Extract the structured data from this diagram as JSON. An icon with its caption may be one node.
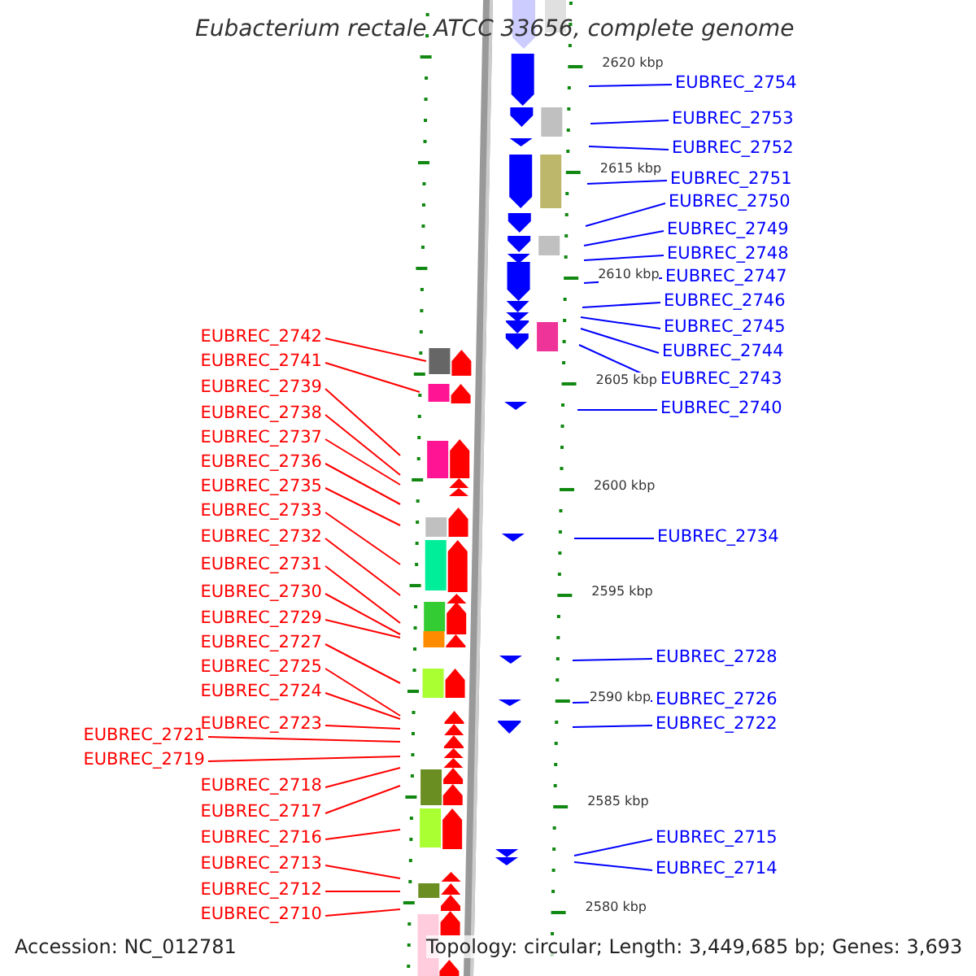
{
  "diagram": {
    "title": "Eubacterium rectale ATCC 33656, complete genome",
    "nodes": [
      {
        "text": [
          "EUBREC_2742"
        ]
      },
      {
        "text": [
          "EUBREC_2741"
        ]
      },
      {
        "text": [
          "EUBREC_2739"
        ]
      },
      {
        "text": [
          "EUBREC_2738"
        ]
      },
      {
        "text": [
          "EUBREC_2737"
        ]
      },
      {
        "text": [
          "EUBREC_2736"
        ]
      },
      {
        "text": [
          "EUBREC_2735"
        ]
      },
      {
        "text": [
          "EUBREC_2733"
        ]
      },
      {
        "text": [
          "EUBREC_2732"
        ]
      },
      {
        "text": [
          "EUBREC_2731"
        ]
      },
      {
        "text": [
          "EUBREC_2730"
        ]
      },
      {
        "text": [
          "EUBREC_2729"
        ]
      },
      {
        "text": [
          "EUBREC_2727"
        ]
      },
      {
        "text": [
          "EUBREC_2725"
        ]
      },
      {
        "text": [
          "EUBREC_2724"
        ]
      },
      {
        "text": [
          "EUBREC_2723"
        ]
      },
      {
        "text": [
          "EUBREC_2721"
        ]
      },
      {
        "text": [
          "EUBREC_2719"
        ]
      },
      {
        "text": [
          "EUBREC_2718"
        ]
      },
      {
        "text": [
          "EUBREC_2717"
        ]
      },
      {
        "text": [
          "EUBREC_2716"
        ]
      },
      {
        "text": [
          "EUBREC_2713"
        ]
      },
      {
        "text": [
          "EUBREC_2712"
        ]
      },
      {
        "text": [
          "EUBREC_2710"
        ]
      },
      {
        "text": [
          "EUBREC_2754"
        ]
      },
      {
        "text": [
          "EUBREC_2753"
        ]
      },
      {
        "text": [
          "EUBREC_2752"
        ]
      },
      {
        "text": [
          "EUBREC_2751"
        ]
      },
      {
        "text": [
          "EUBREC_2750"
        ]
      },
      {
        "text": [
          "EUBREC_2749"
        ]
      },
      {
        "text": [
          "EUBREC_2748"
        ]
      },
      {
        "text": [
          "EUBREC_2747"
        ]
      },
      {
        "text": [
          "EUBREC_2746"
        ]
      },
      {
        "text": [
          "EUBREC_2745"
        ]
      },
      {
        "text": [
          "EUBREC_2744"
        ]
      },
      {
        "text": [
          "EUBREC_2743"
        ]
      },
      {
        "text": [
          "EUBREC_2740"
        ]
      },
      {
        "text": [
          "EUBREC_2734"
        ]
      },
      {
        "text": [
          "EUBREC_2728"
        ]
      },
      {
        "text": [
          "EUBREC_2726"
        ]
      },
      {
        "text": [
          "EUBREC_2722"
        ]
      },
      {
        "text": [
          "EUBREC_2715"
        ]
      },
      {
        "text": [
          "EUBREC_2714"
        ]
      }
    ],
    "edges": [
      {
        "from": 0,
        "to": null,
        "arrow": "none"
      },
      {
        "from": 1,
        "to": null,
        "arrow": "none"
      },
      {
        "from": 2,
        "to": null,
        "arrow": "none"
      },
      {
        "from": 3,
        "to": null,
        "arrow": "none"
      },
      {
        "from": 4,
        "to": null,
        "arrow": "none"
      },
      {
        "from": 5,
        "to": null,
        "arrow": "none"
      },
      {
        "from": 6,
        "to": null,
        "arrow": "none"
      },
      {
        "from": 7,
        "to": null,
        "arrow": "none"
      },
      {
        "from": 8,
        "to": null,
        "arrow": "none"
      },
      {
        "from": 9,
        "to": null,
        "arrow": "none"
      },
      {
        "from": 10,
        "to": null,
        "arrow": "none"
      },
      {
        "from": 11,
        "to": null,
        "arrow": "none"
      },
      {
        "from": 12,
        "to": null,
        "arrow": "none"
      },
      {
        "from": 13,
        "to": null,
        "arrow": "none"
      },
      {
        "from": 14,
        "to": null,
        "arrow": "none"
      },
      {
        "from": 15,
        "to": null,
        "arrow": "none"
      },
      {
        "from": 16,
        "to": null,
        "arrow": "none"
      },
      {
        "from": 17,
        "to": null,
        "arrow": "none"
      },
      {
        "from": 18,
        "to": null,
        "arrow": "none"
      },
      {
        "from": 19,
        "to": null,
        "arrow": "none"
      },
      {
        "from": 20,
        "to": null,
        "arrow": "none"
      },
      {
        "from": 21,
        "to": null,
        "arrow": "none"
      },
      {
        "from": 22,
        "to": null,
        "arrow": "none"
      },
      {
        "from": 23,
        "to": null,
        "arrow": "none"
      },
      {
        "from": 24,
        "to": null,
        "arrow": "none",
        "color": "#0000ff"
      },
      {
        "from": 25,
        "to": null,
        "arrow": "none",
        "color": "#0000ff"
      },
      {
        "from": 26,
        "to": null,
        "arrow": "none",
        "color": "#0000ff"
      },
      {
        "from": 27,
        "to": null,
        "arrow": "none",
        "color": "#0000ff"
      },
      {
        "from": 28,
        "to": null,
        "arrow": "none",
        "color": "#0000ff"
      },
      {
        "from": 29,
        "to": null,
        "arrow": "none",
        "color": "#0000ff"
      },
      {
        "from": 30,
        "to": null,
        "arrow": "none",
        "color": "#0000ff"
      },
      {
        "from": 31,
        "to": null,
        "arrow": "none",
        "color": "#0000ff"
      },
      {
        "from": 32,
        "to": null,
        "arrow": "none",
        "color": "#0000ff"
      },
      {
        "from": 33,
        "to": null,
        "arrow": "none",
        "color": "#0000ff"
      },
      {
        "from": 34,
        "to": null,
        "arrow": "none",
        "color": "#0000ff"
      },
      {
        "from": 35,
        "to": null,
        "arrow": "none",
        "color": "#0000ff"
      },
      {
        "from": 36,
        "to": null,
        "arrow": "none",
        "color": "#0000ff"
      },
      {
        "from": 37,
        "to": null,
        "arrow": "none",
        "color": "#0000ff"
      },
      {
        "from": 38,
        "to": null,
        "arrow": "none",
        "color": "#0000ff"
      },
      {
        "from": 39,
        "to": null,
        "arrow": "none",
        "color": "#0000ff"
      },
      {
        "from": 40,
        "to": null,
        "arrow": "none",
        "color": "#0000ff"
      },
      {
        "from": 41,
        "to": null,
        "arrow": "none",
        "color": "#0000ff"
      },
      {
        "from": 42,
        "to": null,
        "arrow": "none",
        "color": "#0000ff"
      }
    ],
    "labels": [
      "2620 kbp",
      "2615 kbp",
      "2610 kbp",
      "2605 kbp",
      "2600 kbp",
      "2595 kbp",
      "2590 kbp",
      "2585 kbp",
      "2580 kbp",
      "Accession: NC_012781",
      "Topology: circular; Length: 3,449,685 bp; Genes: 3,693"
    ]
  }
}
